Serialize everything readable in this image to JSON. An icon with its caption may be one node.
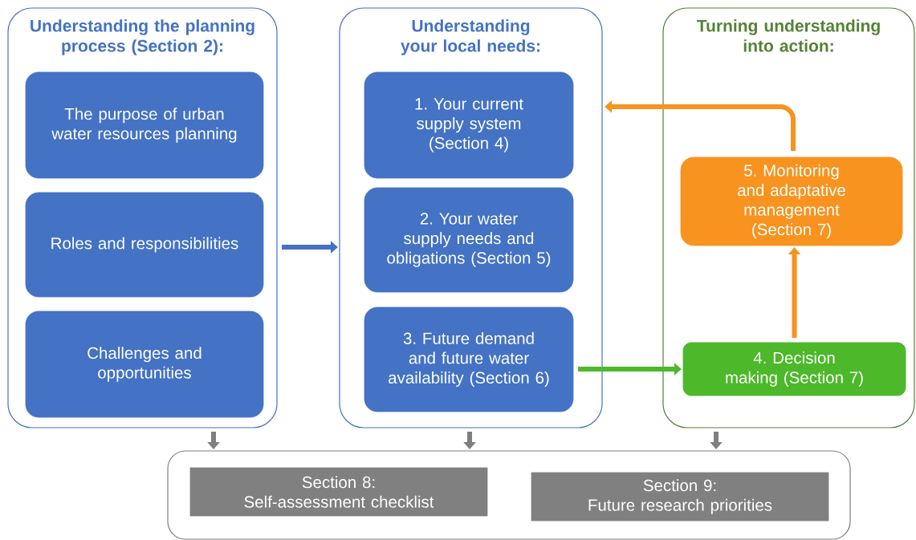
{
  "diagram": {
    "nodes": [
      {
        "text": [
          "Understanding the planning process (Section 2):"
        ]
      },
      {
        "text": [
          "The purpose of urban water resources planning"
        ],
        "in": 0
      },
      {
        "text": [
          "Roles and responsibilities"
        ],
        "in": 0
      },
      {
        "text": [
          "Challenges and opportunities"
        ],
        "in": 0
      },
      {
        "text": [
          "Understanding your local needs:"
        ]
      },
      {
        "text": [
          "1. Your current supply system (Section 4)"
        ],
        "in": 4
      },
      {
        "text": [
          "2. Your water supply needs and obligations (Section 5)"
        ],
        "in": 4
      },
      {
        "text": [
          "3. Future demand and future water availability (Section 6)"
        ],
        "in": 4
      },
      {
        "text": [
          "Turning understanding into action:"
        ]
      },
      {
        "text": [
          "5. Monitoring and adaptative management (Section 7)"
        ],
        "in": 8
      },
      {
        "text": [
          "4. Decision making (Section 7)"
        ],
        "in": 8
      },
      {
        "text": [],
        "shape": "box"
      },
      {
        "text": [
          "Section 8:",
          "Self-assessment checklist"
        ],
        "in": 11
      },
      {
        "text": [
          "Section 9:",
          "Future research priorities"
        ],
        "in": 11
      }
    ],
    "edges": [
      {
        "from": 0,
        "to": 4,
        "arrow": "to",
        "color": "#4472c4"
      },
      {
        "from": 7,
        "to": 10,
        "arrow": "to",
        "color": "#4cb82a"
      },
      {
        "from": 10,
        "to": 9,
        "arrow": "to",
        "color": "#f7931e"
      },
      {
        "from": 9,
        "to": 4,
        "arrow": "to",
        "color": "#f7931e"
      },
      {
        "from": 0,
        "to": 11,
        "arrow": "to"
      },
      {
        "from": 4,
        "to": 11,
        "arrow": "to"
      },
      {
        "from": 8,
        "to": 11,
        "arrow": "to"
      }
    ]
  }
}
